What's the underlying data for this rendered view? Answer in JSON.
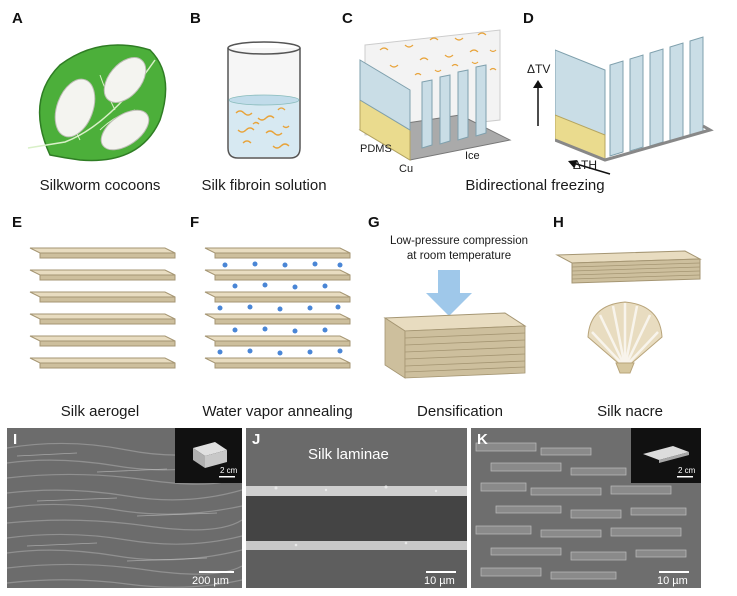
{
  "panels": {
    "a": {
      "letter": "A",
      "caption": "Silkworm cocoons"
    },
    "b": {
      "letter": "B",
      "caption": "Silk fibroin solution"
    },
    "c": {
      "letter": "C",
      "label_pdms": "PDMS",
      "label_cu": "Cu",
      "label_ice": "Ice"
    },
    "d": {
      "letter": "D",
      "label_tv": "ΔTV",
      "label_th": "ΔTH"
    },
    "cd_caption": "Bidirectional freezing",
    "e": {
      "letter": "E",
      "caption": "Silk aerogel"
    },
    "f": {
      "letter": "F",
      "caption": "Water vapor annealing"
    },
    "g": {
      "letter": "G",
      "caption": "Densification",
      "note_line1": "Low-pressure compression",
      "note_line2": "at room temperature"
    },
    "h": {
      "letter": "H",
      "caption": "Silk nacre"
    },
    "i": {
      "letter": "I",
      "scale": "200 µm",
      "inset_scale": "2 cm"
    },
    "j": {
      "letter": "J",
      "title": "Silk laminae",
      "scale": "10 µm"
    },
    "k": {
      "letter": "K",
      "scale": "10 µm",
      "inset_scale": "2 cm"
    }
  },
  "colors": {
    "leaf": "#4caf3a",
    "cocoon": "#f2f2ee",
    "fiber": "#e8a33a",
    "ice": "#c9dde6",
    "pdms": "#eadb8e",
    "cu": "#9a9a9a",
    "sheet_top": "#e8dcc0",
    "sheet_side": "#cdbf9d",
    "droplet": "#4a86d6",
    "arrow_blue": "#9fc8ea",
    "sem_dark": "#3a3a3a"
  }
}
